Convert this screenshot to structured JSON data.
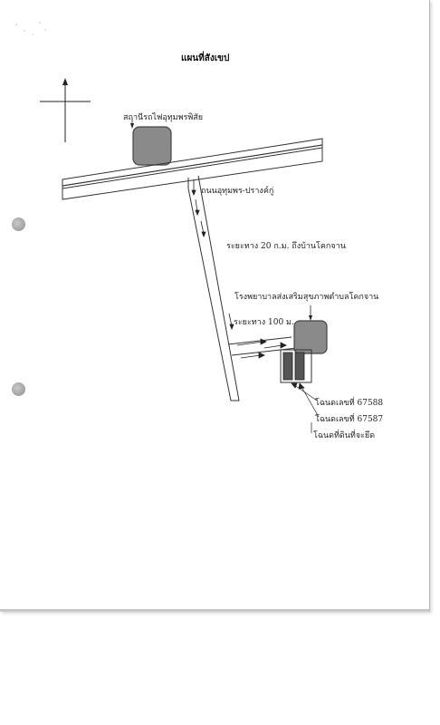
{
  "document": {
    "title": "แผนที่สังเขป",
    "labels": {
      "station": "สถานีรถไฟอุทุมพรพิสัย",
      "road": "ถนนอุทุมพร-ปรางค์กู่",
      "distance_village": "ระยะทาง 20 ก.ม. ถึงบ้านโคกจาน",
      "hospital": "โรงพยาบาลส่งเสริมสุขภาพตำบลโคกจาน",
      "distance_100": "ระยะทาง 100 ม.",
      "deed_1": "โฉนดเลขที่ 67588",
      "deed_2": "โฉนดเลขที่ 67587",
      "deed_3": "โฉนดที่ดินที่จะยึด"
    }
  },
  "colors": {
    "building_fill": "#8a8a8a",
    "line": "#333333",
    "hole": "#a6a6a6"
  }
}
